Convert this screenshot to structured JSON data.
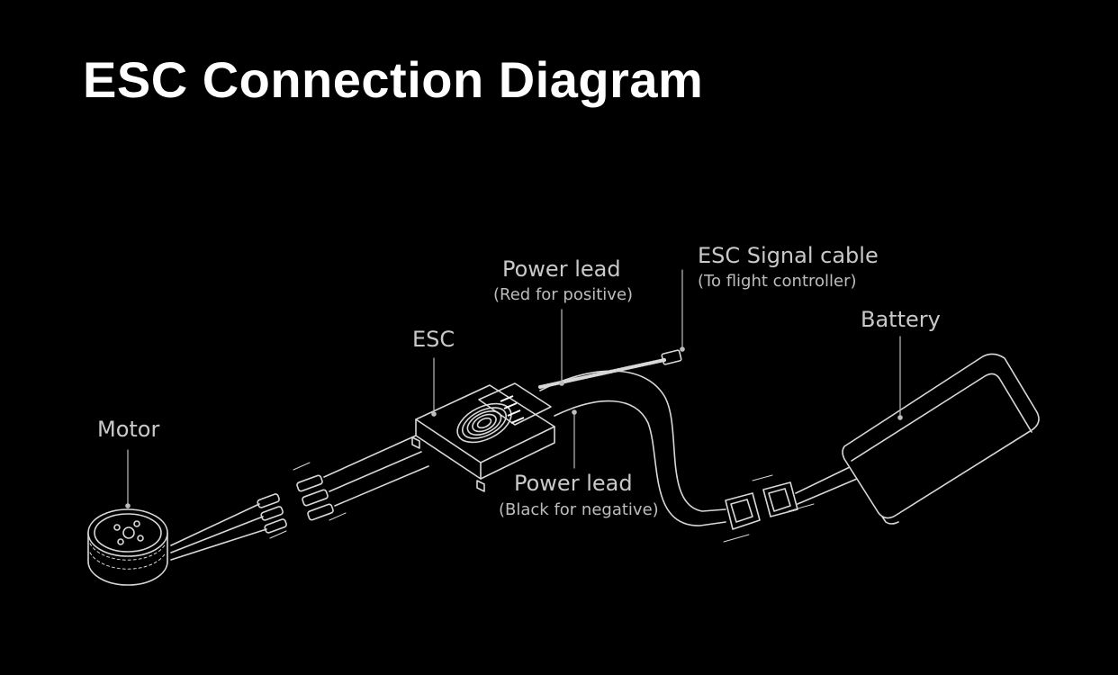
{
  "title": "ESC Connection Diagram",
  "labels": {
    "motor": "Motor",
    "esc": "ESC",
    "power_lead_positive": "Power lead",
    "power_lead_positive_note": "(Red for positive)",
    "signal_cable": "ESC Signal cable",
    "signal_cable_note": "(To flight controller)",
    "battery": "Battery",
    "power_lead_negative": "Power lead",
    "power_lead_negative_note": "(Black for negative)"
  },
  "colors": {
    "background": "#000000",
    "line_art": "#d8d8d8",
    "label_text": "#c9c9c9"
  }
}
